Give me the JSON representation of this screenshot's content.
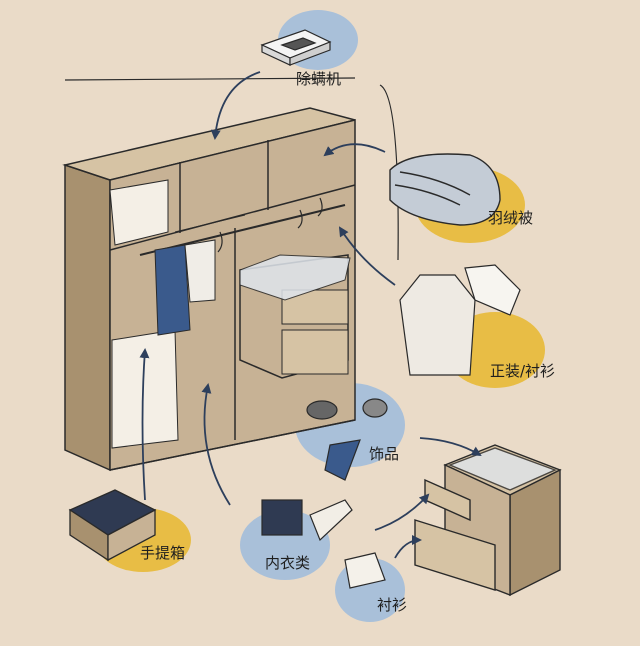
{
  "labels": {
    "dehumidifier": "除螨机",
    "duvet": "羽绒被",
    "shirts": "正装/衬衫",
    "accessories": "饰品",
    "suitcase": "手提箱",
    "underwear": "内衣类",
    "shirt": "衬衫"
  },
  "colors": {
    "background": "#eadbc8",
    "wood": "#c7b295",
    "wood_dark": "#a8916f",
    "blue_blob": "#a9c0d9",
    "yellow_blob": "#e8bd45",
    "ink": "#2a2a2a",
    "arrow": "#2d3f5c"
  }
}
